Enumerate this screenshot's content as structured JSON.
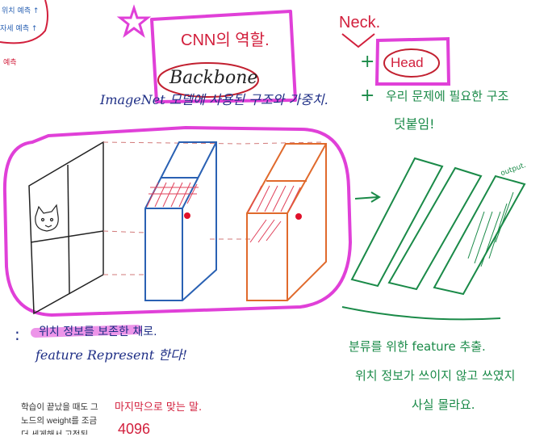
{
  "corner_notes": [
    "위치 예측 ↑",
    "자세 예측 ↑",
    "예측"
  ],
  "title": "CNN의 역할.",
  "backbone_label": "Backbone",
  "backbone_desc": "ImageNet 모델에 사용된 구조와 가중치.",
  "neck_label": "Neck.",
  "plus_1": "+",
  "head_label": "Head",
  "plus_2": "+",
  "head_desc_line1": "우리 문제에 필요한 구조",
  "head_desc_line2": "덧붙임!",
  "output_label": "output.",
  "note_bullet": ":",
  "note_line1": "위치 정보를 보존한 채로.",
  "note_line2": "feature Represent 한다!",
  "green_line1": "분류를 위한 feature 추출.",
  "green_line2": "위치 정보가 쓰이지 않고 쓰였지",
  "green_line3": "사실 몰라요.",
  "lower_red": "마지막으로 맞는 말.",
  "lower_number": "4096",
  "clip_lines": [
    "학습이 끝났을 때도 그",
    "노드의 weight를 조금",
    "더 세게해서 고정된"
  ],
  "colors": {
    "pink_highlight": "#e040d8",
    "red_ink": "#d21f3c",
    "green_ink": "#1a8a48",
    "blue_ink": "#2a61b3",
    "orange_ink": "#e06a2c",
    "navy_ink": "#1f2f86"
  }
}
